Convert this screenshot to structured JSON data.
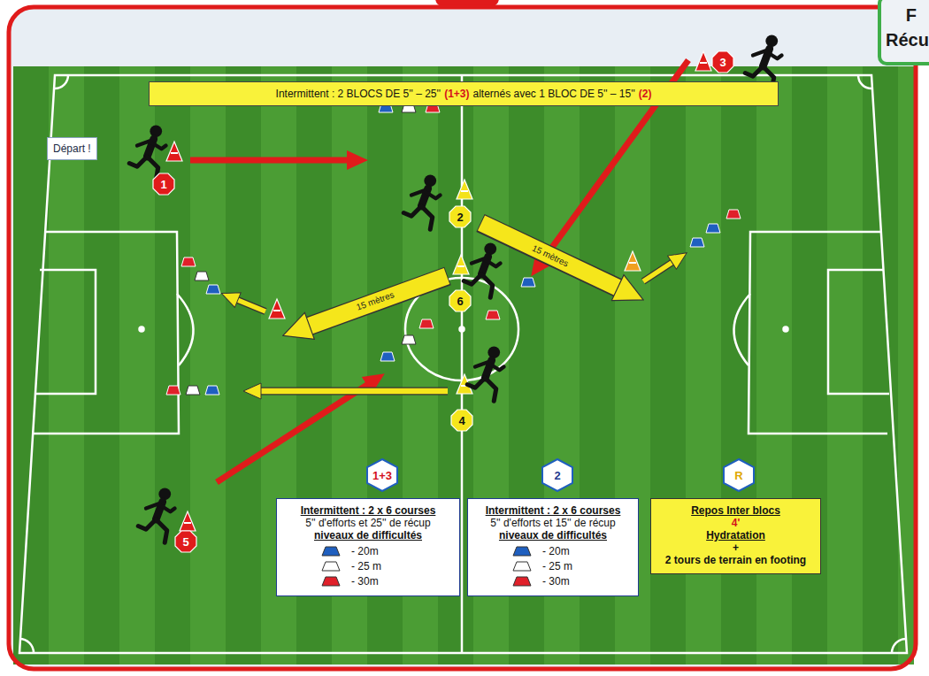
{
  "diagram": {
    "nodes": [
      {
        "text": [
          "Intermittent : 2 BLOCS DE 5'' – 25''",
          "(1+3)",
          "alternés avec 1 BLOC DE 5'' – 15''",
          "(2)"
        ]
      },
      {
        "text": [
          "F",
          "Récu"
        ]
      },
      {
        "text": [
          "Départ !"
        ]
      },
      {
        "text": [
          "3"
        ]
      },
      {
        "text": [
          "1"
        ]
      },
      {
        "text": [
          "2"
        ]
      },
      {
        "text": [
          "6"
        ]
      },
      {
        "text": [
          "4"
        ]
      },
      {
        "text": [
          "5"
        ]
      },
      {
        "text": [
          "1+3"
        ]
      },
      {
        "text": [
          "2"
        ]
      },
      {
        "text": [
          "R"
        ]
      },
      {
        "text": [
          "Intermittent : 2 x 6 courses",
          "5'' d'efforts et 25'' de récup",
          "niveaux de difficultés"
        ]
      },
      {
        "text": [
          "Intermittent : 2 x 6 courses",
          "5'' d'efforts et 15'' de récup",
          "niveaux de difficultés"
        ]
      },
      {
        "text": [
          "Repos Inter blocs",
          "4'",
          "Hydratation",
          "+",
          "2 tours de terrain en footing"
        ]
      }
    ],
    "labels": [
      "15 mètres",
      "15 mètres"
    ],
    "legend": [
      {
        "text": "- 20m",
        "color": "#1f5fbf"
      },
      {
        "text": "- 25 m",
        "color": "#ffffff"
      },
      {
        "text": "- 30m",
        "color": "#e0202a"
      },
      {
        "text": "- 20m",
        "color": "#1f5fbf"
      },
      {
        "text": "- 25 m",
        "color": "#ffffff"
      },
      {
        "text": "- 30m",
        "color": "#e0202a"
      }
    ]
  }
}
